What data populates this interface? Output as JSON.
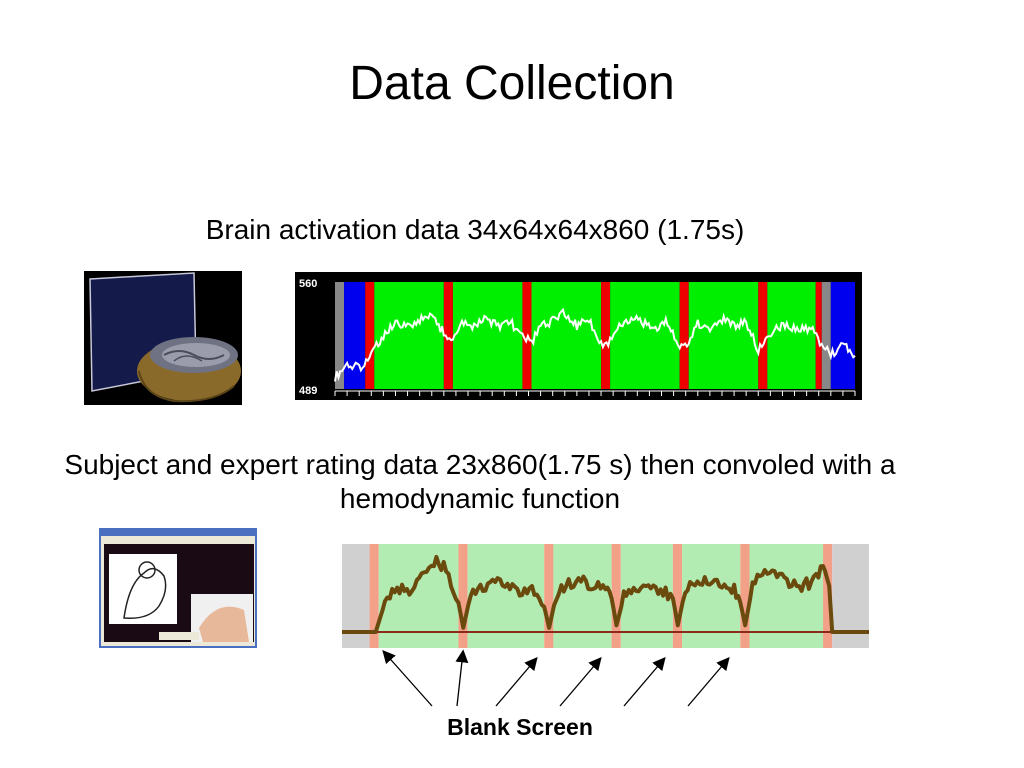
{
  "slide": {
    "title": "Data Collection",
    "subtitle_brain": "Brain activation data 34x64x64x860 (1.75s)",
    "subtitle_rating": "Subject and expert rating data 23x860(1.75 s) then convoled with a hemodynamic function",
    "blank_label": "Blank Screen"
  },
  "images": {
    "brain_render": "brain-volume-render",
    "rating_screenshot": "rating-app-screenshot"
  },
  "colors": {
    "task_block": "#00ee00",
    "blank_marker": "#ee0000",
    "baseline_blue": "#0000ee",
    "baseline_gray": "#888888",
    "signal": "#ffffff",
    "rating_block": "#b3ecb3",
    "rating_blank": "#f3a088",
    "rating_gray": "#d0d0d0",
    "rating_trace": "#6b4a0e",
    "rating_baseline": "#8b2a1a"
  },
  "chart_data": [
    {
      "type": "line",
      "title": "",
      "ylim": [
        489,
        560
      ],
      "y_tick_labels": [
        "560",
        "489"
      ],
      "xlim": [
        0,
        860
      ],
      "segments": [
        {
          "kind": "gray",
          "start": 0,
          "end": 15
        },
        {
          "kind": "blue",
          "start": 15,
          "end": 50
        },
        {
          "kind": "red",
          "start": 50,
          "end": 65
        },
        {
          "kind": "green",
          "start": 65,
          "end": 180
        },
        {
          "kind": "red",
          "start": 180,
          "end": 195
        },
        {
          "kind": "green",
          "start": 195,
          "end": 310
        },
        {
          "kind": "red",
          "start": 310,
          "end": 325
        },
        {
          "kind": "green",
          "start": 325,
          "end": 440
        },
        {
          "kind": "red",
          "start": 440,
          "end": 455
        },
        {
          "kind": "green",
          "start": 455,
          "end": 570
        },
        {
          "kind": "red",
          "start": 570,
          "end": 585
        },
        {
          "kind": "green",
          "start": 585,
          "end": 700
        },
        {
          "kind": "red",
          "start": 700,
          "end": 715
        },
        {
          "kind": "green",
          "start": 715,
          "end": 795
        },
        {
          "kind": "red",
          "start": 795,
          "end": 805
        },
        {
          "kind": "gray",
          "start": 805,
          "end": 820
        },
        {
          "kind": "blue",
          "start": 820,
          "end": 860
        }
      ],
      "series": [
        {
          "x": [
            0,
            20,
            40,
            60,
            80,
            100,
            120,
            140,
            160,
            180,
            195,
            210,
            230,
            250,
            270,
            290,
            310,
            325,
            340,
            360,
            380,
            400,
            420,
            440,
            455,
            470,
            490,
            510,
            530,
            550,
            570,
            585,
            600,
            620,
            640,
            660,
            680,
            700,
            715,
            730,
            750,
            770,
            790,
            805,
            820,
            840,
            860
          ],
          "values": [
            497,
            505,
            503,
            512,
            525,
            532,
            530,
            535,
            538,
            526,
            522,
            533,
            530,
            536,
            531,
            534,
            523,
            520,
            530,
            534,
            540,
            531,
            535,
            518,
            521,
            532,
            536,
            533,
            530,
            534,
            516,
            520,
            532,
            530,
            535,
            531,
            533,
            515,
            524,
            531,
            530,
            528,
            529,
            517,
            512,
            518,
            511
          ]
        }
      ]
    },
    {
      "type": "line",
      "title": "",
      "ylim": [
        0,
        1
      ],
      "xlim": [
        0,
        860
      ],
      "segments": [
        {
          "kind": "gray",
          "start": 0,
          "end": 45
        },
        {
          "kind": "blank",
          "start": 45,
          "end": 60
        },
        {
          "kind": "block",
          "start": 60,
          "end": 190
        },
        {
          "kind": "blank",
          "start": 190,
          "end": 205
        },
        {
          "kind": "block",
          "start": 205,
          "end": 330
        },
        {
          "kind": "blank",
          "start": 330,
          "end": 345
        },
        {
          "kind": "block",
          "start": 345,
          "end": 440
        },
        {
          "kind": "blank",
          "start": 440,
          "end": 455
        },
        {
          "kind": "block",
          "start": 455,
          "end": 540
        },
        {
          "kind": "blank",
          "start": 540,
          "end": 555
        },
        {
          "kind": "block",
          "start": 555,
          "end": 650
        },
        {
          "kind": "blank",
          "start": 650,
          "end": 665
        },
        {
          "kind": "block",
          "start": 665,
          "end": 785
        },
        {
          "kind": "blank",
          "start": 785,
          "end": 800
        },
        {
          "kind": "gray",
          "start": 800,
          "end": 860
        }
      ],
      "series": [
        {
          "x": [
            0,
            55,
            70,
            90,
            110,
            130,
            150,
            170,
            190,
            198,
            210,
            230,
            250,
            270,
            290,
            310,
            330,
            338,
            350,
            370,
            390,
            410,
            430,
            440,
            448,
            460,
            480,
            500,
            520,
            540,
            548,
            560,
            580,
            600,
            620,
            640,
            650,
            658,
            670,
            690,
            710,
            730,
            750,
            770,
            785,
            795,
            800,
            860
          ],
          "values": [
            0.0,
            0.0,
            0.35,
            0.55,
            0.45,
            0.72,
            0.84,
            0.78,
            0.35,
            0.05,
            0.45,
            0.55,
            0.58,
            0.55,
            0.48,
            0.55,
            0.3,
            0.05,
            0.45,
            0.58,
            0.6,
            0.55,
            0.5,
            0.4,
            0.08,
            0.42,
            0.52,
            0.6,
            0.5,
            0.4,
            0.08,
            0.5,
            0.6,
            0.58,
            0.55,
            0.5,
            0.35,
            0.08,
            0.55,
            0.72,
            0.68,
            0.58,
            0.55,
            0.6,
            0.8,
            0.55,
            0.0,
            0.0
          ]
        }
      ]
    }
  ]
}
